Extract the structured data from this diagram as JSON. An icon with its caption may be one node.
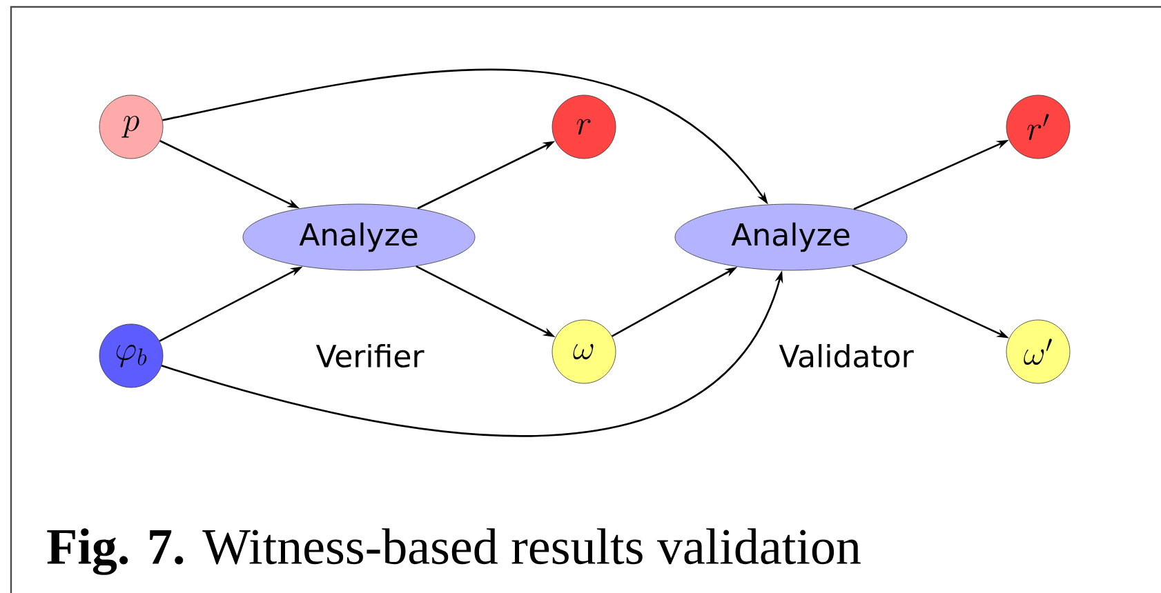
{
  "diagram": {
    "caption": "**Fig. 7.** Witness-based results validation",
    "nodes": [
      {
        "text": [
          "p"
        ]
      },
      {
        "text": [
          "Analyze"
        ]
      },
      {
        "text": [
          "r"
        ]
      },
      {
        "text": [
          "\\varphi_b"
        ]
      },
      {
        "text": [
          "\\omega"
        ]
      },
      {
        "text": [
          "Analyze"
        ]
      },
      {
        "text": [
          "r'"
        ]
      },
      {
        "text": [
          "\\omega'"
        ]
      }
    ],
    "edges": [
      {
        "from": 0,
        "to": 1,
        "arrow": "to"
      },
      {
        "from": 3,
        "to": 1,
        "arrow": "to"
      },
      {
        "from": 1,
        "to": 2,
        "arrow": "to"
      },
      {
        "from": 1,
        "to": 4,
        "arrow": "to"
      },
      {
        "from": 0,
        "to": 5,
        "arrow": "to"
      },
      {
        "from": 4,
        "to": 5,
        "arrow": "to"
      },
      {
        "from": 3,
        "to": 5,
        "arrow": "to"
      },
      {
        "from": 5,
        "to": 6,
        "arrow": "to"
      },
      {
        "from": 5,
        "to": 7,
        "arrow": "to"
      }
    ],
    "labels": [
      "Verifier",
      "Validator"
    ]
  }
}
